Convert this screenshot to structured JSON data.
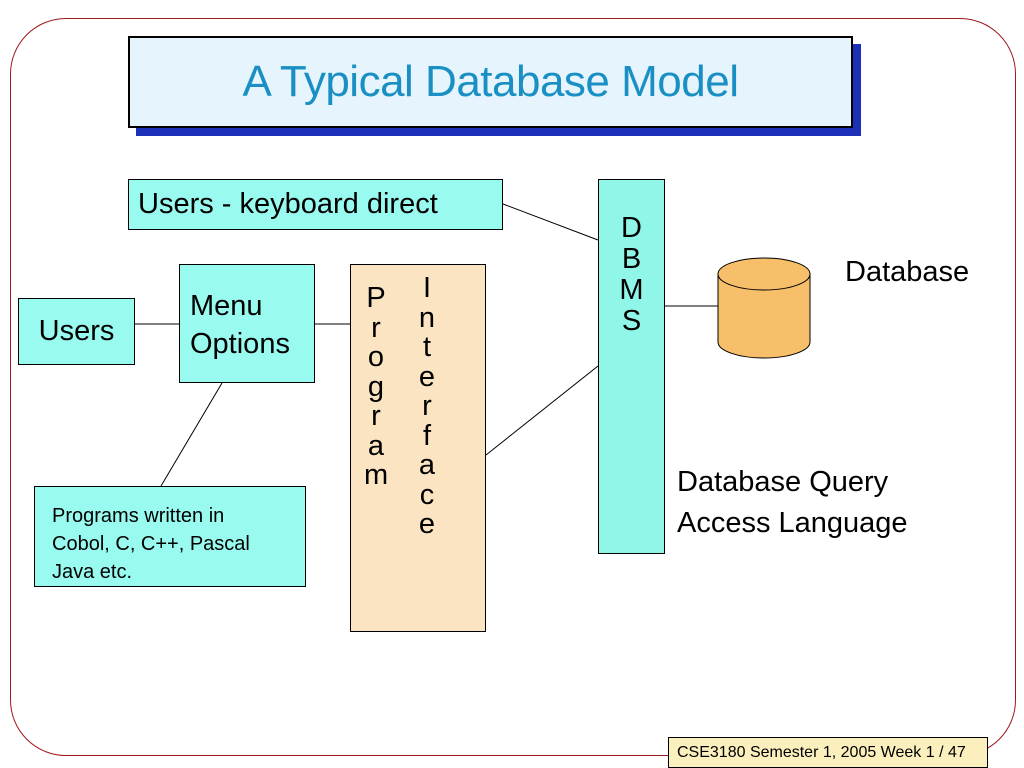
{
  "slide": {
    "title": "A Typical Database Model",
    "footer": "CSE3180 Semester 1, 2005 Week 1 / 47"
  },
  "diagram": {
    "users_keyboard": "Users - keyboard direct",
    "users": "Users",
    "menu_options": [
      "Menu",
      "Options"
    ],
    "programs_written": [
      "Programs written in",
      "Cobol, C, C++, Pascal",
      "Java  etc."
    ],
    "program_letters": [
      "P",
      "r",
      "o",
      "g",
      "r",
      "a",
      "m"
    ],
    "interface_letters": [
      "I",
      "n",
      "t",
      "e",
      "r",
      "f",
      "a",
      "c",
      "e"
    ],
    "dbms_letters": [
      "D",
      "B",
      "M",
      "S"
    ],
    "database_label": "Database",
    "query_language": [
      "Database Query",
      "Access Language"
    ]
  },
  "colors": {
    "frame": "#a0181c",
    "title_text": "#1a8fc4",
    "title_fill": "#e6f4fd",
    "title_shadow": "#1d31b8",
    "box_fill": "#99fbef",
    "program_interface_fill": "#fbe4c2",
    "cylinder_fill": "#f7bf6a",
    "footer_fill": "#fbefbd"
  }
}
